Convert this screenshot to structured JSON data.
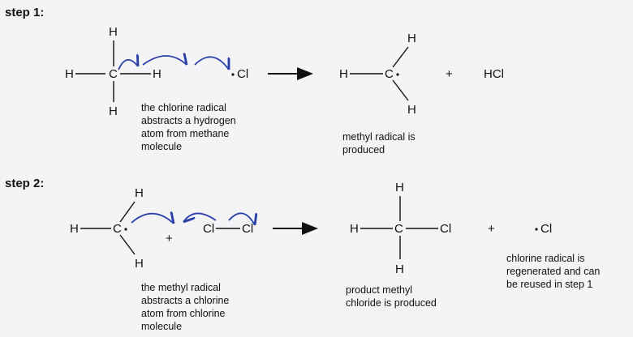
{
  "steps": [
    {
      "label": "step 1:",
      "reactant_atoms": {
        "c": "C",
        "h_top": "H",
        "h_left": "H",
        "h_right": "H",
        "h_bottom": "H",
        "radical": "Cl"
      },
      "caption": [
        "the chlorine radical",
        "abstracts a hydrogen",
        "atom from methane",
        "molecule"
      ],
      "product_atoms": {
        "c": "C",
        "h_left": "H",
        "h_top": "H",
        "h_bottom": "H"
      },
      "plus": "+",
      "byproduct": "HCl",
      "product_caption": [
        "methyl radical is",
        "produced"
      ]
    },
    {
      "label": "step 2:",
      "reactant_atoms": {
        "c": "C",
        "h_top": "H",
        "h_left": "H",
        "h_bottom": "H",
        "cl1": "Cl",
        "cl2": "Cl"
      },
      "plus_reactant": "+",
      "caption": [
        "the methyl radical",
        "abstracts a chlorine",
        "atom from chlorine",
        "molecule"
      ],
      "product_atoms": {
        "c": "C",
        "h_top": "H",
        "h_left": "H",
        "h_bottom": "H",
        "cl": "Cl"
      },
      "product_caption": [
        "product methyl",
        "chloride is produced"
      ],
      "plus": "+",
      "byproduct": "Cl",
      "byproduct_caption": [
        "chlorine radical is",
        "regenerated and can",
        "be reused in step 1"
      ]
    }
  ],
  "colors": {
    "curved_arrows": "#2a3fa8",
    "background": "#f4f4f6"
  }
}
